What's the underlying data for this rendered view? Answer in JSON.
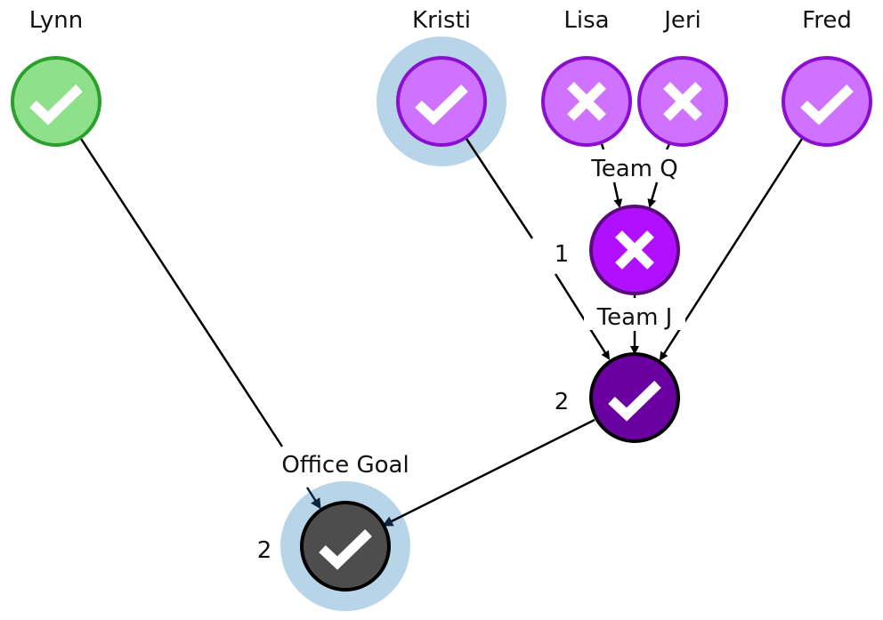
{
  "people": [
    {
      "id": "lynn",
      "name": "Lynn",
      "status": "check"
    },
    {
      "id": "kristi",
      "name": "Kristi",
      "status": "check",
      "highlighted": true
    },
    {
      "id": "lisa",
      "name": "Lisa",
      "status": "cross"
    },
    {
      "id": "jeri",
      "name": "Jeri",
      "status": "cross"
    },
    {
      "id": "fred",
      "name": "Fred",
      "status": "check"
    }
  ],
  "groups": [
    {
      "id": "team-q",
      "label": "Team Q",
      "status": "cross"
    },
    {
      "id": "team-j",
      "label": "Team J",
      "status": "check",
      "count": "2",
      "in_count": "1"
    },
    {
      "id": "office-goal",
      "label": "Office Goal",
      "status": "check",
      "count": "2",
      "highlighted": true
    }
  ],
  "colors": {
    "green_fill": "#8fe08a",
    "green_stroke": "#2ca02c",
    "purple_fill": "#cf72ff",
    "purple_stroke": "#8a0fcf",
    "teamq_fill": "#b10fff",
    "teamq_stroke": "#5a0a7a",
    "teamj_fill": "#6a00a0",
    "office_fill": "#4d4d4d",
    "halo": "#b8d4e8",
    "arrow_dark": "#0a2440"
  }
}
